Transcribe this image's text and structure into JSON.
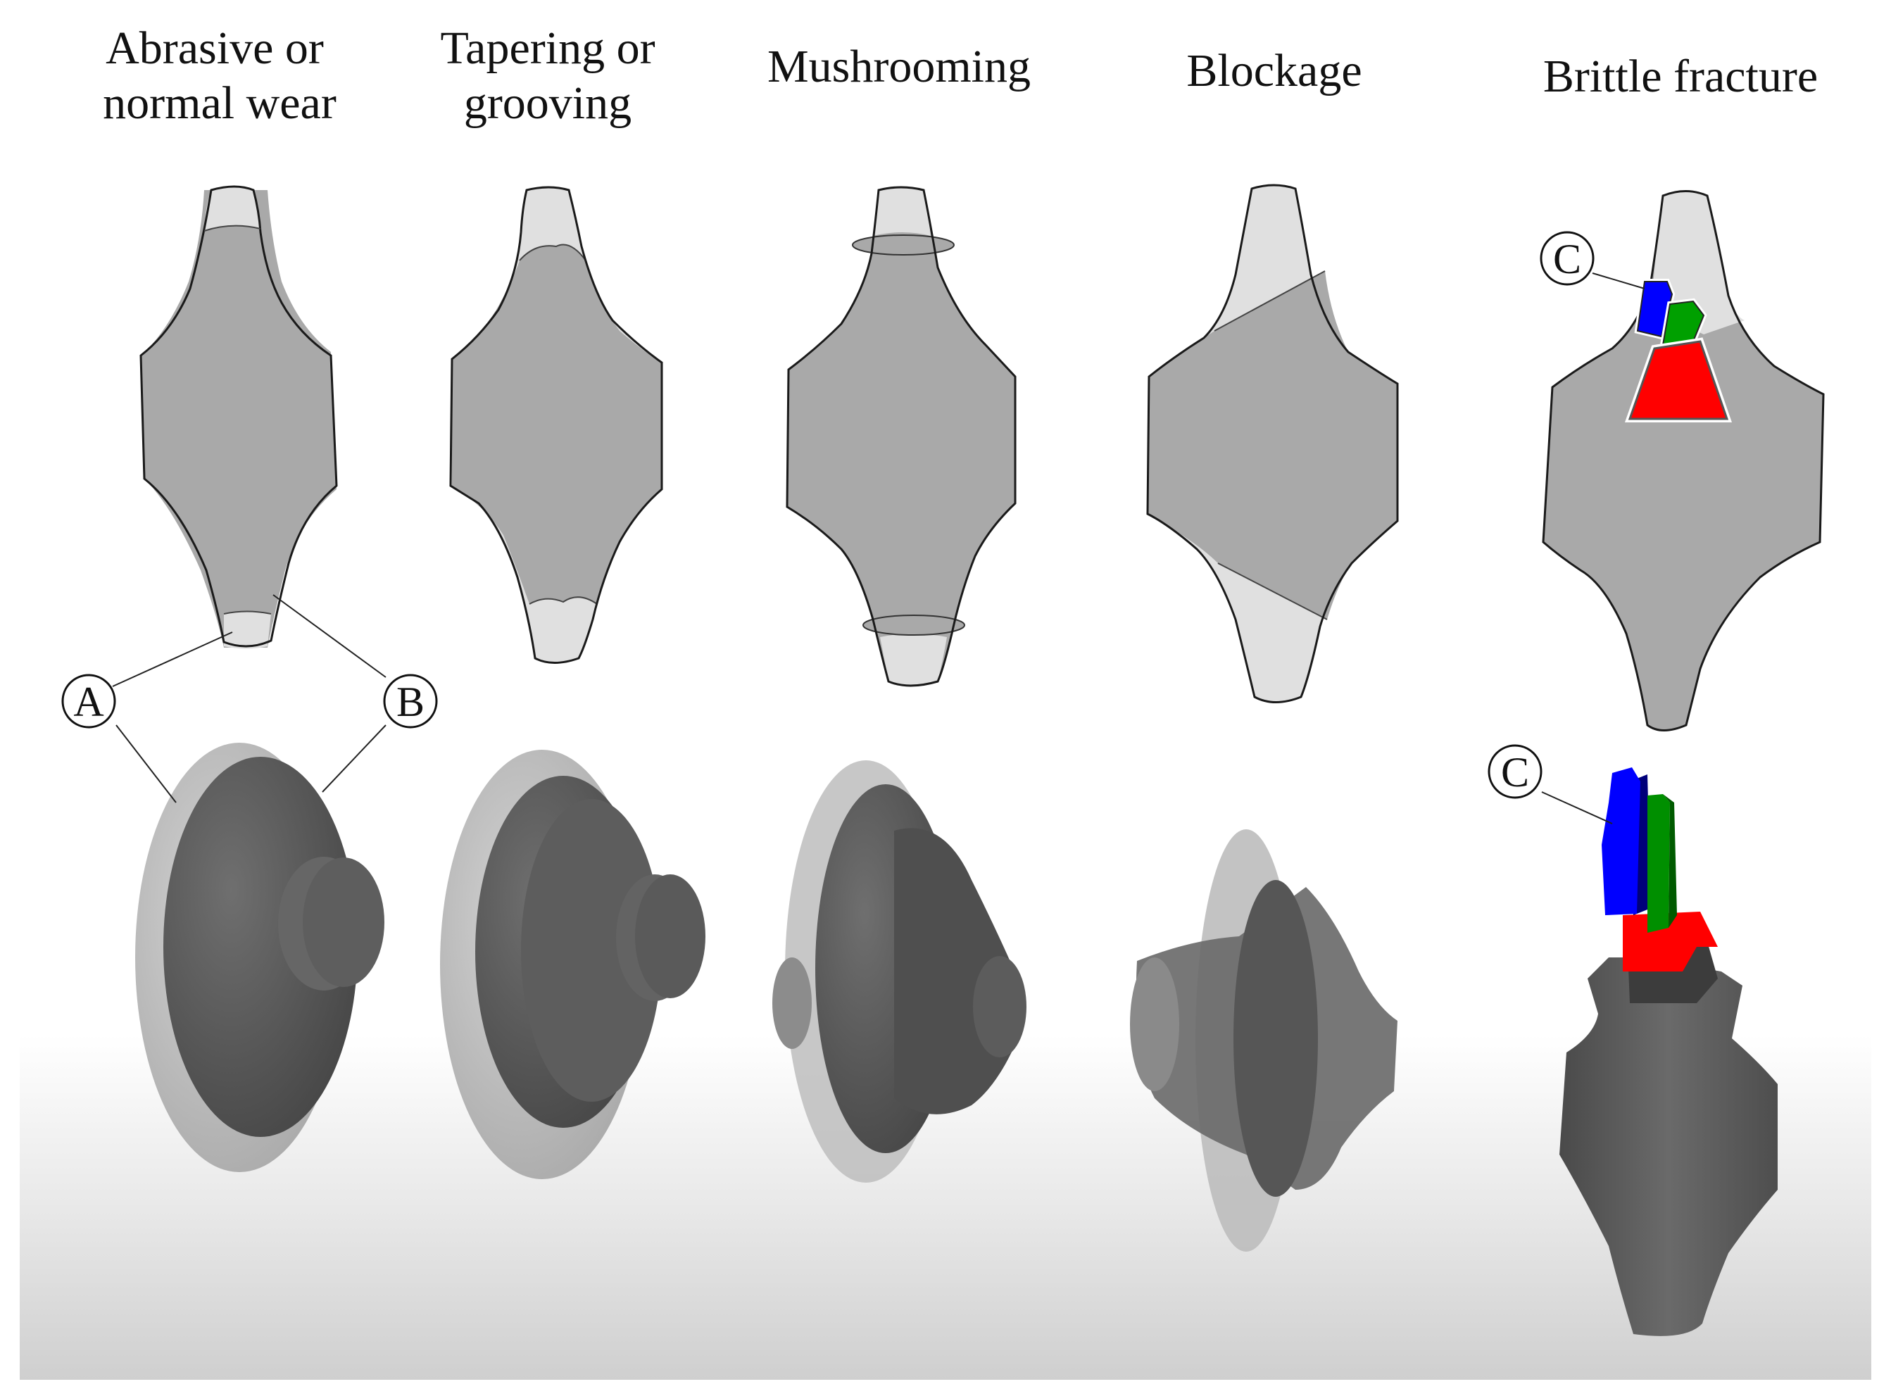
{
  "columns": [
    {
      "title_lines": [
        "Abrasive or",
        "normal wear"
      ]
    },
    {
      "title_lines": [
        "Tapering or",
        "grooving"
      ]
    },
    {
      "title_lines": [
        "Mushrooming"
      ]
    },
    {
      "title_lines": [
        "Blockage"
      ]
    },
    {
      "title_lines": [
        "Brittle fracture"
      ]
    }
  ],
  "markers": {
    "a": "A",
    "b": "B",
    "c": "C"
  },
  "colors": {
    "worn_region": "#e0e0e0",
    "remaining_material": "#a9a9a9",
    "render_light": "#bdbdbd",
    "render_dark": "#5a5a5a",
    "fragment_blue": "#0000ff",
    "fragment_green": "#00a000",
    "fragment_red": "#ff0000"
  }
}
